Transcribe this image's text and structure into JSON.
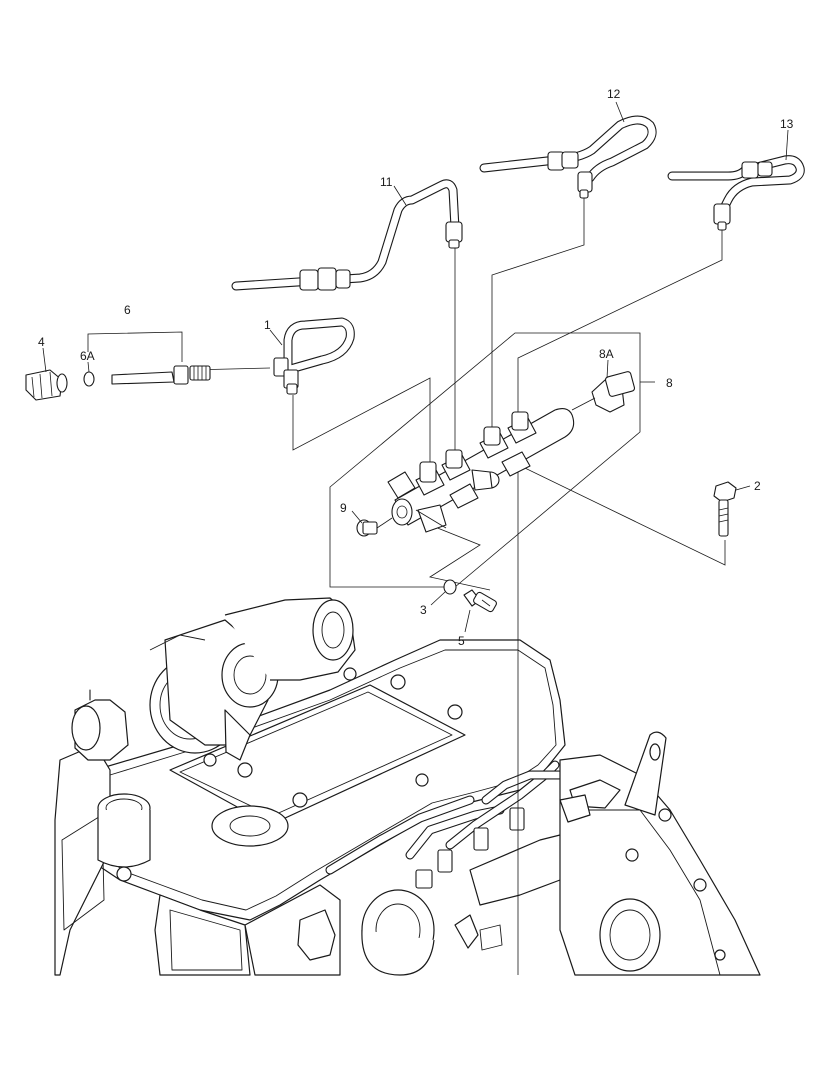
{
  "diagram": {
    "callouts": {
      "c1": "1",
      "c2": "2",
      "c3": "3",
      "c4": "4",
      "c5": "5",
      "c6": "6",
      "c6a": "6A",
      "c8": "8",
      "c8a": "8A",
      "c9": "9",
      "c11": "11",
      "c12": "12",
      "c13": "13"
    }
  }
}
